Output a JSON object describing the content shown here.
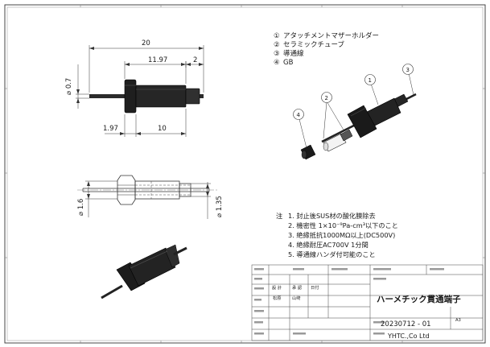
{
  "parts_list": [
    {
      "num": "①",
      "name": "アタッチメントマザーホルダー"
    },
    {
      "num": "②",
      "name": "セラミックチューブ"
    },
    {
      "num": "③",
      "name": "導通線"
    },
    {
      "num": "④",
      "name": "GB"
    }
  ],
  "dimensions": {
    "overall_length": "20",
    "body_length": "11.97",
    "tip_length": "2",
    "left_offset": "1.97",
    "mid_length": "10",
    "wire_dia": "⌀ 0.7",
    "dia_left": "⌀ 1.6",
    "dia_right": "⌀ 1.35"
  },
  "callouts": [
    "1",
    "2",
    "3",
    "4"
  ],
  "notes": {
    "prefix": "注",
    "items": [
      "1.  封止後SUS材の酸化膜除去",
      "2.  機密性 1×10⁻⁹Pa-cm³以下のこと",
      "3.  絶縁抵抗1000MΩ以上(DC500V)",
      "4.  絶縁耐圧AC700V 1分間",
      "5.  導通線ハンダ付可能のこと"
    ]
  },
  "title_block": {
    "col_design": "設 計",
    "col_approve": "承 認",
    "col_date": "日付",
    "name_design": "松原",
    "name_approve": "山﨑",
    "title": "ハーメチック貫通端子",
    "drawing_number": "20230712 - 01",
    "sheet_size": "A3",
    "company": "YHTC.,Co Ltd"
  }
}
